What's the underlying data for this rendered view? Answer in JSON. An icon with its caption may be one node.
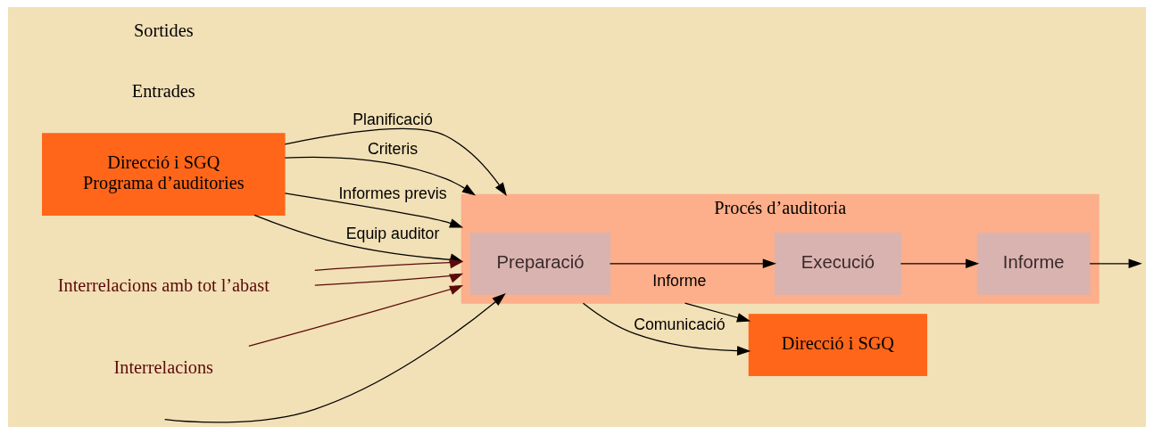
{
  "diagram": {
    "nodes": [
      {
        "text": [
          "Direcció i SGQ",
          "Programa d’auditories"
        ]
      },
      {
        "text": [
          "Procés d’auditoria"
        ]
      },
      {
        "text": [
          "Preparació"
        ],
        "in": 1
      },
      {
        "text": [
          "Execució"
        ],
        "in": 1
      },
      {
        "text": [
          "Informe"
        ],
        "in": 1
      },
      {
        "text": [
          "Direcció i SGQ"
        ]
      },
      {
        "text": [
          "Interrelacions amb tot l’abast"
        ]
      },
      {
        "text": [
          "Interrelacions"
        ]
      }
    ],
    "edges": [
      {
        "from": 0,
        "to": 1,
        "label": "Planificació",
        "arrow": "to"
      },
      {
        "from": 0,
        "to": 1,
        "label": "Criteris",
        "arrow": "to"
      },
      {
        "from": 0,
        "to": 1,
        "label": "Informes previs",
        "arrow": "to"
      },
      {
        "from": 0,
        "to": 1,
        "label": "Equip auditor",
        "arrow": "to"
      },
      {
        "from": null,
        "to": 2,
        "arrow": "to"
      },
      {
        "from": 2,
        "to": 3,
        "arrow": "to"
      },
      {
        "from": 3,
        "to": 4,
        "arrow": "to"
      },
      {
        "from": 4,
        "to": null,
        "arrow": "to"
      },
      {
        "from": 1,
        "to": 5,
        "label": "Informe",
        "arrow": "to"
      },
      {
        "from": 1,
        "to": 5,
        "label": "Comunicació",
        "arrow": "to"
      },
      {
        "from": 6,
        "to": 1,
        "arrow": "to",
        "color": "#5a0a0a"
      },
      {
        "from": 6,
        "to": 1,
        "arrow": "to",
        "color": "#5a0a0a"
      },
      {
        "from": 7,
        "to": 1,
        "arrow": "to",
        "color": "#5a0a0a"
      }
    ],
    "labels": [
      "Entrades",
      "Sortides"
    ]
  }
}
